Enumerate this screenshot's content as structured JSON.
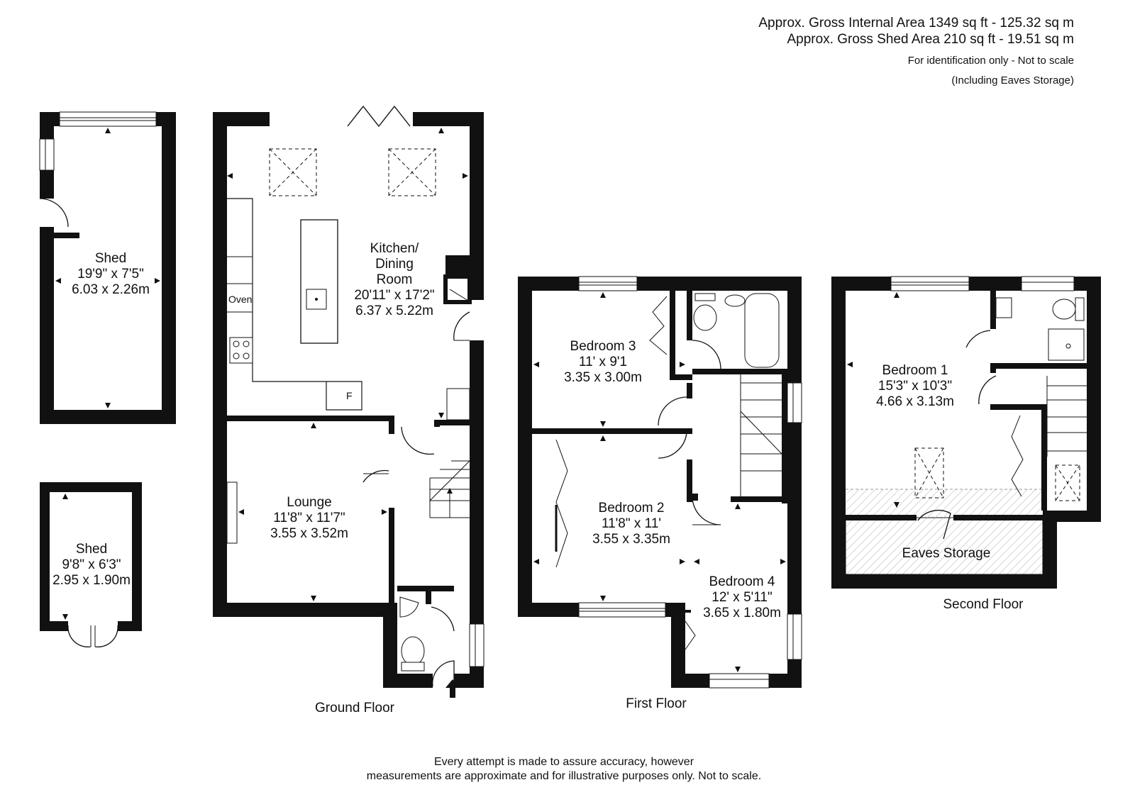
{
  "header": {
    "gross_internal": "Approx. Gross Internal Area 1349 sq ft -  125.32 sq m",
    "gross_shed": "Approx. Gross Shed  Area 210 sq ft - 19.51 sq m",
    "identification": "For identification only - Not to scale",
    "including": "(Including Eaves Storage)"
  },
  "rooms": {
    "shed_large": {
      "name": "Shed",
      "imperial": "19'9\" x 7'5\"",
      "metric": "6.03 x 2.26m"
    },
    "shed_small": {
      "name": "Shed",
      "imperial": "9'8\" x 6'3\"",
      "metric": "2.95 x 1.90m"
    },
    "kitchen": {
      "name_line1": "Kitchen/",
      "name_line2": "Dining",
      "name_line3": "Room",
      "imperial": "20'11\" x 17'2\"",
      "metric": "6.37 x 5.22m"
    },
    "lounge": {
      "name": "Lounge",
      "imperial": "11'8\" x 11'7\"",
      "metric": "3.55 x 3.52m"
    },
    "bedroom3": {
      "name": "Bedroom 3",
      "imperial": "11' x 9'1",
      "metric": "3.35 x 3.00m"
    },
    "bedroom2": {
      "name": "Bedroom 2",
      "imperial": "11'8\" x 11'",
      "metric": "3.55 x 3.35m"
    },
    "bedroom4": {
      "name": "Bedroom 4",
      "imperial": "12' x 5'11\"",
      "metric": "3.65 x 1.80m"
    },
    "bedroom1": {
      "name": "Bedroom 1",
      "imperial": "15'3\" x 10'3\"",
      "metric": "4.66 x 3.13m"
    },
    "eaves": {
      "name": "Eaves Storage"
    }
  },
  "fixtures": {
    "oven": "Oven",
    "fridge": "F"
  },
  "floors": {
    "ground": "Ground Floor",
    "first": "First Floor",
    "second": "Second Floor"
  },
  "disclaimer": {
    "line1": "Every attempt is made to assure accuracy, however",
    "line2": "measurements are approximate and for illustrative purposes only. Not to scale."
  }
}
